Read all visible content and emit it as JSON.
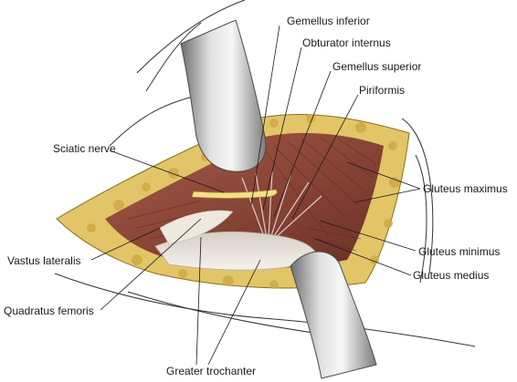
{
  "labels": {
    "gemellus_inferior": "Gemellus inferior",
    "obturator_internus": "Obturator internus",
    "gemellus_superior": "Gemellus superior",
    "piriformis": "Piriformis",
    "sciatic_nerve": "Sciatic nerve",
    "gluteus_maximus": "Gluteus maximus",
    "gluteus_minimus": "Gluteus minimus",
    "gluteus_medius": "Gluteus medius",
    "vastus_lateralis": "Vastus lateralis",
    "quadratus_femoris": "Quadratus femoris",
    "greater_trochanter": "Greater trochanter"
  },
  "colors": {
    "fat": "#e2c567",
    "fat_dark": "#b8962e",
    "muscle": "#8e4a3c",
    "muscle_dark": "#5e2a22",
    "tendon": "#ebe6df",
    "nerve": "#f2e08a",
    "retractor": "#a9a9a9"
  }
}
